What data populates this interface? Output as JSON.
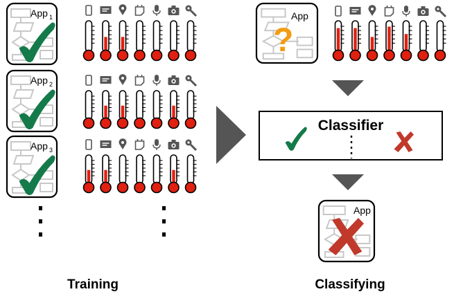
{
  "training": {
    "caption": "Training",
    "apps": [
      {
        "name": "App",
        "index": "1",
        "verdict": "check"
      },
      {
        "name": "App",
        "index": "2",
        "verdict": "check"
      },
      {
        "name": "App",
        "index": "3",
        "verdict": "check"
      }
    ],
    "permission_icons": [
      "phone-icon",
      "message-icon",
      "location-icon",
      "calendar-icon",
      "microphone-icon",
      "camera-icon",
      "key-icon"
    ],
    "usage_levels": [
      [
        0,
        0.45,
        0.45,
        0,
        0,
        0,
        0
      ],
      [
        0,
        0.45,
        0.45,
        0,
        0,
        0.45,
        0
      ],
      [
        0.45,
        0.45,
        0,
        0,
        0,
        0.45,
        0
      ]
    ]
  },
  "classifying": {
    "caption": "Classifying",
    "unknown_app": {
      "name": "App",
      "mark": "?"
    },
    "usage_levels": [
      0.75,
      0.75,
      0.45,
      0.8,
      0.55,
      0,
      0
    ],
    "classifier_label": "Classifier",
    "result_app": {
      "name": "App",
      "verdict": "cross"
    }
  },
  "colors": {
    "check": "#157a4a",
    "cross": "#c0392b",
    "question": "#f39c12",
    "mercury": "#e02010",
    "arrow": "#555555",
    "sketch": "#c8c8c8"
  }
}
